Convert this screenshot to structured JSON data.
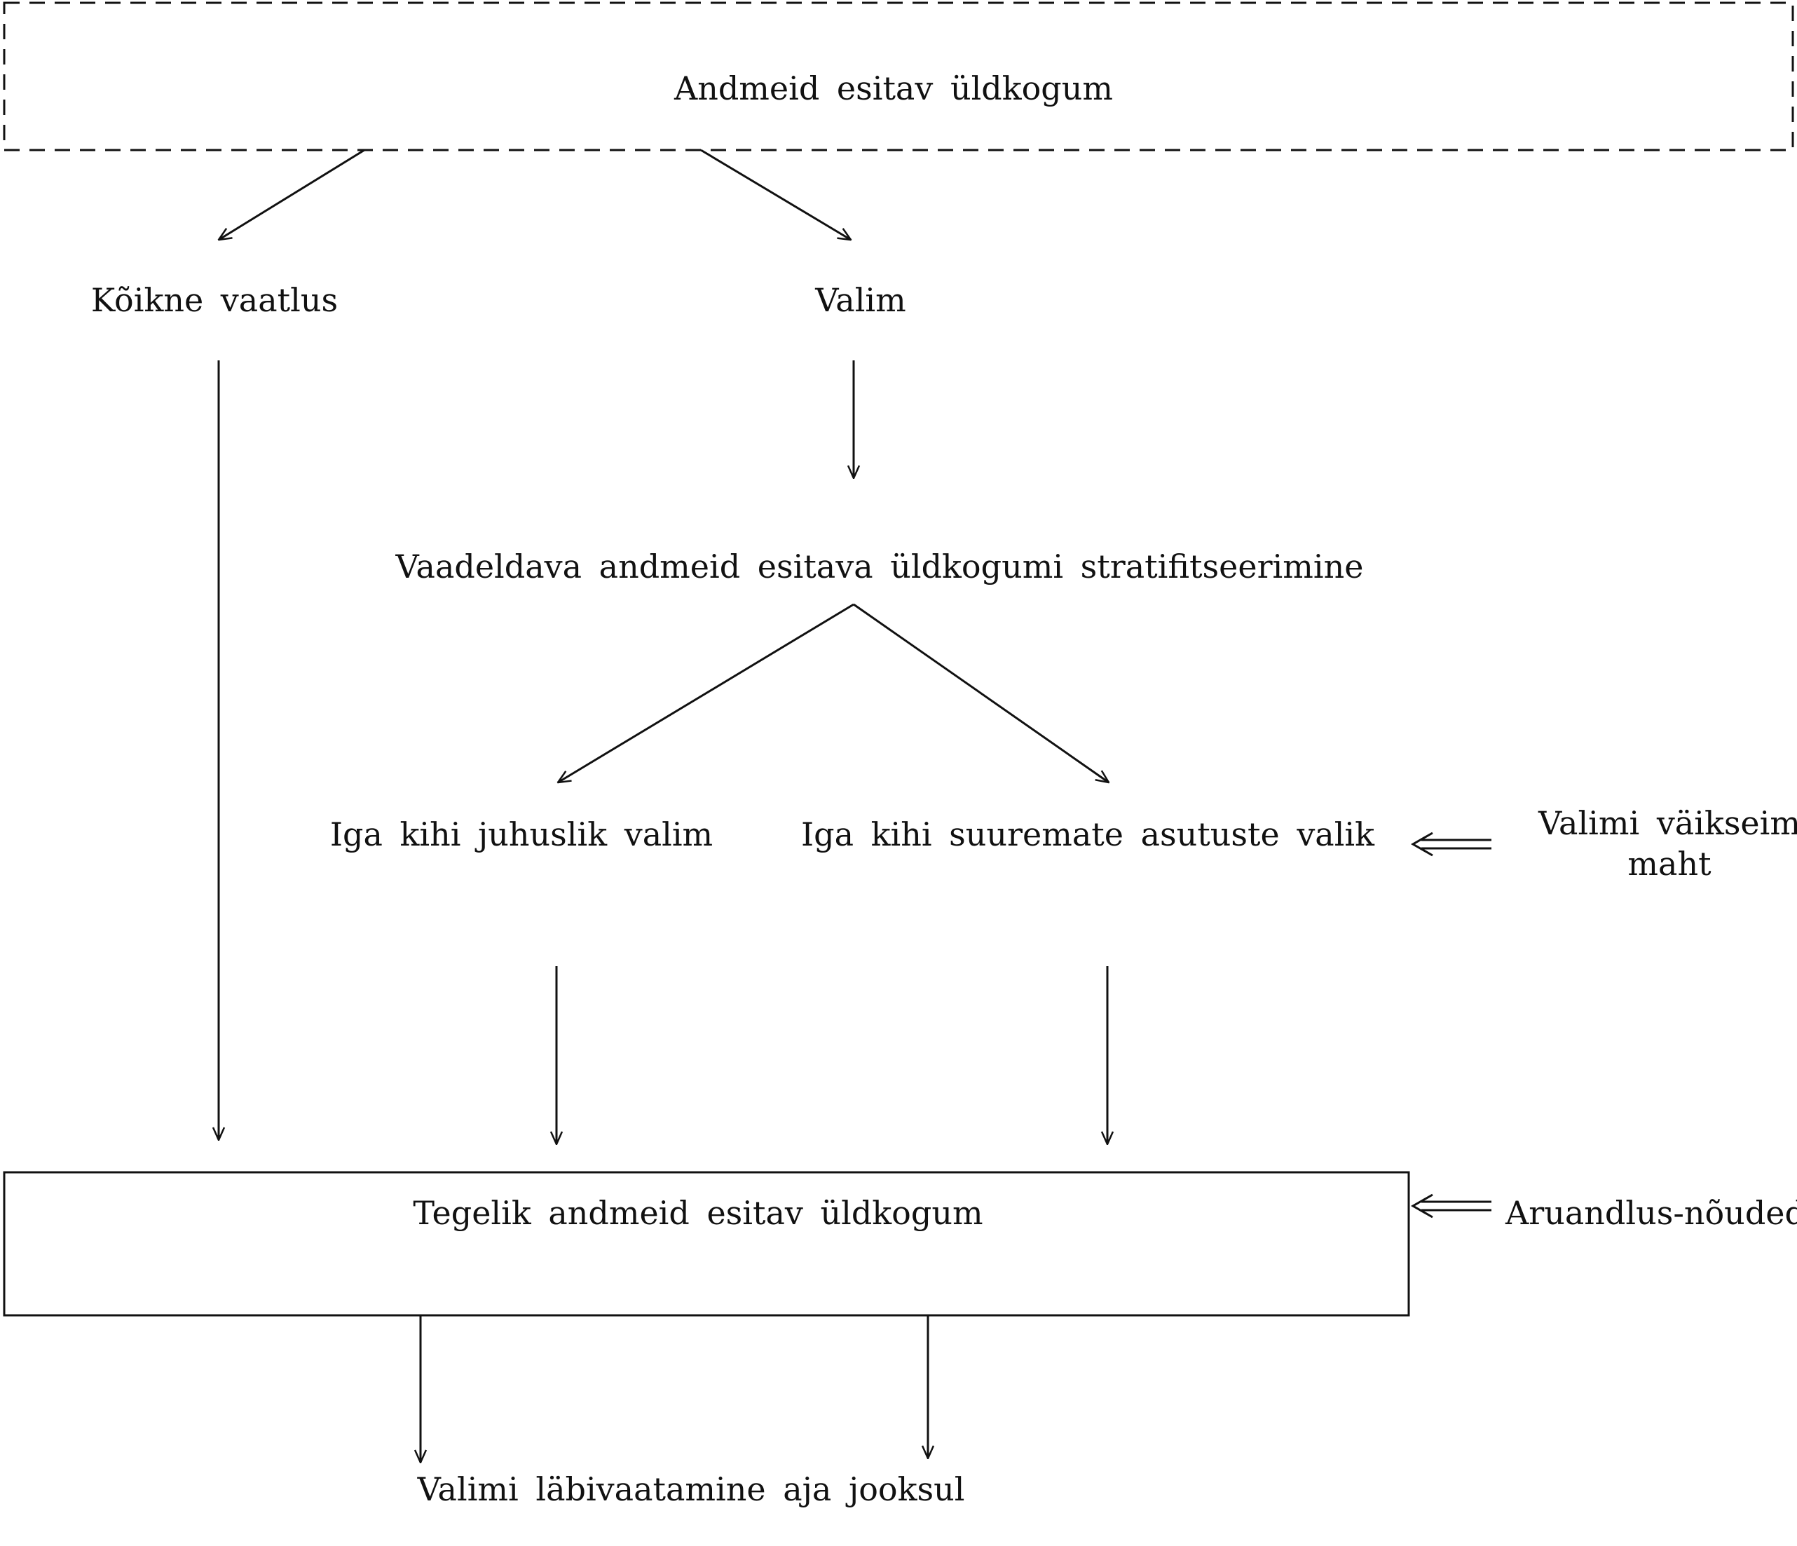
{
  "diagram": {
    "nodes": {
      "population": "Andmeid esitav üldkogum",
      "census": "Kõikne vaatlus",
      "sample": "Valim",
      "stratification": "Vaadeldava andmeid esitava üldkogumi stratifitseerimine",
      "random_sample": "Iga kihi juhuslik valim",
      "largest_units": "Iga kihi suuremate asutuste valik",
      "min_sample_size_line1": "Valimi väikseim",
      "min_sample_size_line2": "maht",
      "actual_population": "Tegelik andmeid esitav üldkogum",
      "reporting_requirements": "Aruandlus-nõuded",
      "sample_review": "Valimi läbivaatamine aja jooksul"
    },
    "edges": [
      {
        "from": "population",
        "to": "census"
      },
      {
        "from": "population",
        "to": "sample"
      },
      {
        "from": "sample",
        "to": "stratification"
      },
      {
        "from": "stratification",
        "to": "random_sample"
      },
      {
        "from": "stratification",
        "to": "largest_units"
      },
      {
        "from": "min_sample_size",
        "to": "largest_units",
        "style": "double"
      },
      {
        "from": "census",
        "to": "actual_population"
      },
      {
        "from": "random_sample",
        "to": "actual_population"
      },
      {
        "from": "largest_units",
        "to": "actual_population"
      },
      {
        "from": "reporting_requirements",
        "to": "actual_population",
        "style": "double"
      },
      {
        "from": "actual_population",
        "to": "sample_review"
      },
      {
        "from": "actual_population",
        "to": "sample_review"
      }
    ]
  }
}
